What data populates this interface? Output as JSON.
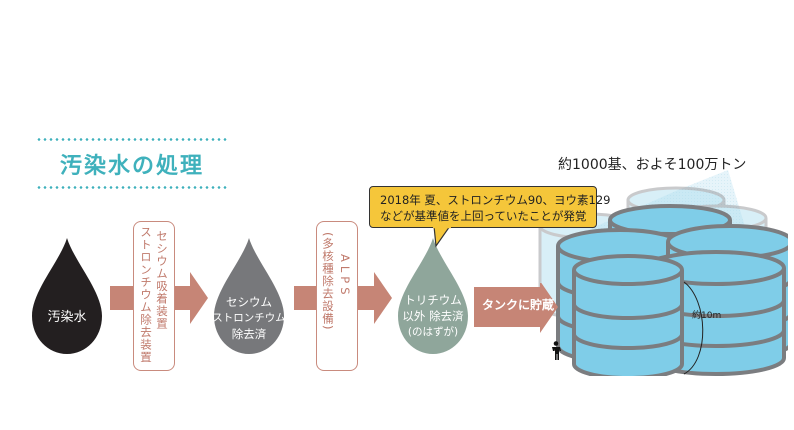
{
  "title": "汚染水の処理",
  "colors": {
    "accent_teal": "#3fb1bc",
    "arrow": "#c68576",
    "box_border": "#c98b7e",
    "box_text": "#c07a6c",
    "drop_raw": "#231f20",
    "drop_cesium_removed": "#77787b",
    "drop_alps": "#8fa69b",
    "callout_bg": "#f5c63a",
    "tank_fill": "#7fcde8",
    "tank_stroke": "#7b7d80"
  },
  "stages": [
    {
      "label_lines": [
        "汚染水"
      ],
      "icon": "water-drop-black"
    },
    {
      "label_lines": [
        "セシウム",
        "ストロンチウム",
        "除去済"
      ],
      "icon": "water-drop-gray"
    },
    {
      "label_lines": [
        "トリチウム",
        "以外 除去済",
        "(のはずが)"
      ],
      "icon": "water-drop-green"
    }
  ],
  "devices": [
    {
      "columns": [
        "セシウム吸着装置",
        "ストロンチウム除去装置"
      ]
    },
    {
      "columns": [
        "ALPS",
        "(多核種除去設備)"
      ]
    }
  ],
  "storage_arrow_label": "タンクに貯蔵",
  "callout": {
    "lines": [
      "2018年 夏、ストロンチウム90、ヨウ素129",
      "などが基準値を上回っていたことが発覚"
    ]
  },
  "tanks": {
    "label": "約1000基、およそ100万トン",
    "height_label": "約10m"
  },
  "icons": {
    "person": "person-icon"
  }
}
